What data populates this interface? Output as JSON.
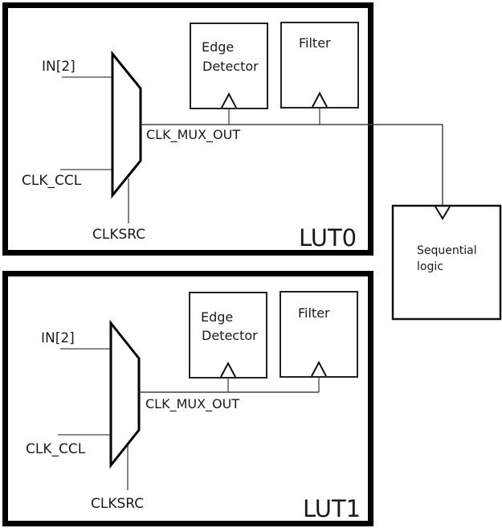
{
  "diagram": {
    "lut0": {
      "name": "LUT0",
      "mux_inputs": [
        "IN[2]",
        "CLK_CCL"
      ],
      "mux_select": "CLKSRC",
      "mux_output": "CLK_MUX_OUT",
      "edge_detector": [
        "Edge",
        "Detector"
      ],
      "filter": "Filter"
    },
    "lut1": {
      "name": "LUT1",
      "mux_inputs": [
        "IN[2]",
        "CLK_CCL"
      ],
      "mux_select": "CLKSRC",
      "mux_output": "CLK_MUX_OUT",
      "edge_detector": [
        "Edge",
        "Detector"
      ],
      "filter": "Filter"
    },
    "sequential": [
      "Sequential",
      "logic"
    ]
  }
}
